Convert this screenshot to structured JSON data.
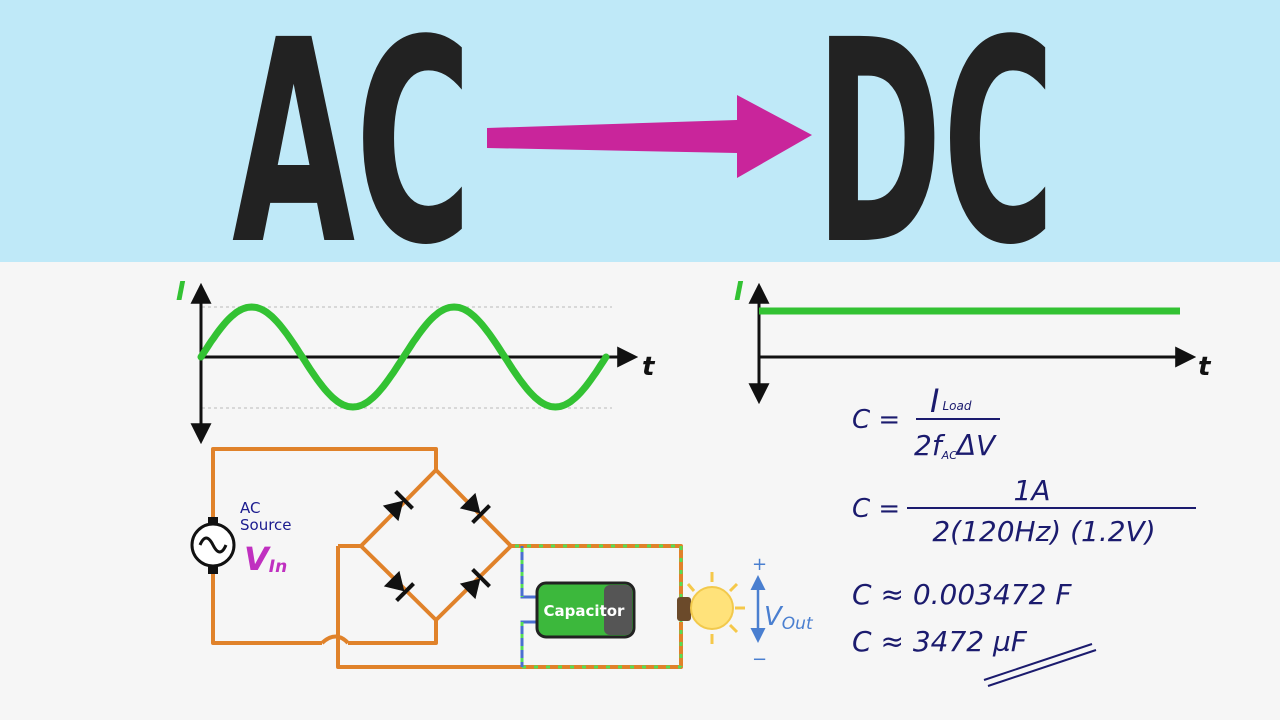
{
  "banner": {
    "left_word": "AC",
    "right_word": "DC",
    "colors": {
      "background": "#bfe9f8",
      "letters": "#222222",
      "arrow": "#c9259b"
    }
  },
  "ac_graph": {
    "y_axis_label": "I",
    "x_axis_label": "t",
    "cycles": 2,
    "wave_color": "#33c233"
  },
  "dc_graph": {
    "y_axis_label": "I",
    "x_axis_label": "t",
    "line_color": "#33c233"
  },
  "circuit": {
    "source_label_line1": "AC",
    "source_label_line2": "Source",
    "vin_main": "V",
    "vin_sub": "In",
    "capacitor_label": "Capacitor",
    "vout_main": "V",
    "vout_sub": "Out",
    "plus_sign": "+",
    "minus_sign": "−",
    "colors": {
      "wire": "#e0822a",
      "capacitor": "#3cb83c",
      "bulb": "#ffe27a",
      "vout": "#4a7fd0",
      "vin": "#c030c0"
    }
  },
  "formulas": {
    "f1_lhs": "C =",
    "f1_num_main": "I",
    "f1_num_sub": "Load",
    "f1_den_a": "2f",
    "f1_den_sub": "AC",
    "f1_den_b": "ΔV",
    "f2_lhs": "C =",
    "f2_num": "1A",
    "f2_den": "2(120Hz) (1.2V)",
    "f3": "C ≈ 0.003472 F",
    "f4": "C ≈ 3472 µF"
  }
}
